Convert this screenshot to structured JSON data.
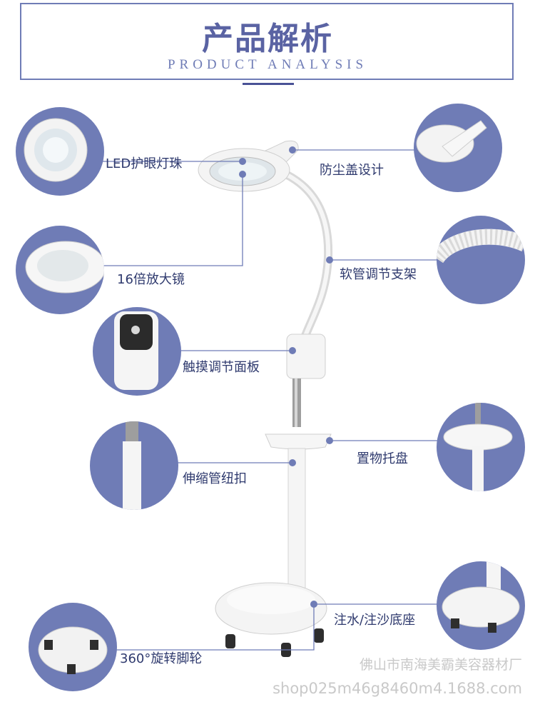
{
  "header": {
    "title_cn": "产品解析",
    "title_en": "PRODUCT ANALYSIS"
  },
  "features": {
    "led": "LED护眼灯珠",
    "magnifier": "16倍放大镜",
    "touch_panel": "触摸调节面板",
    "telescopic": "伸缩管纽扣",
    "wheels": "360°旋转脚轮",
    "dust_cover": "防尘盖设计",
    "hose": "软管调节支架",
    "tray": "置物托盘",
    "base": "注水/注沙底座"
  },
  "watermark": {
    "company": "佛山市南海美霸美容器材厂",
    "shop": "shop025m46g8460m4.1688.com"
  },
  "colors": {
    "accent": "#6f7cb6",
    "text": "#2f3a6e"
  }
}
